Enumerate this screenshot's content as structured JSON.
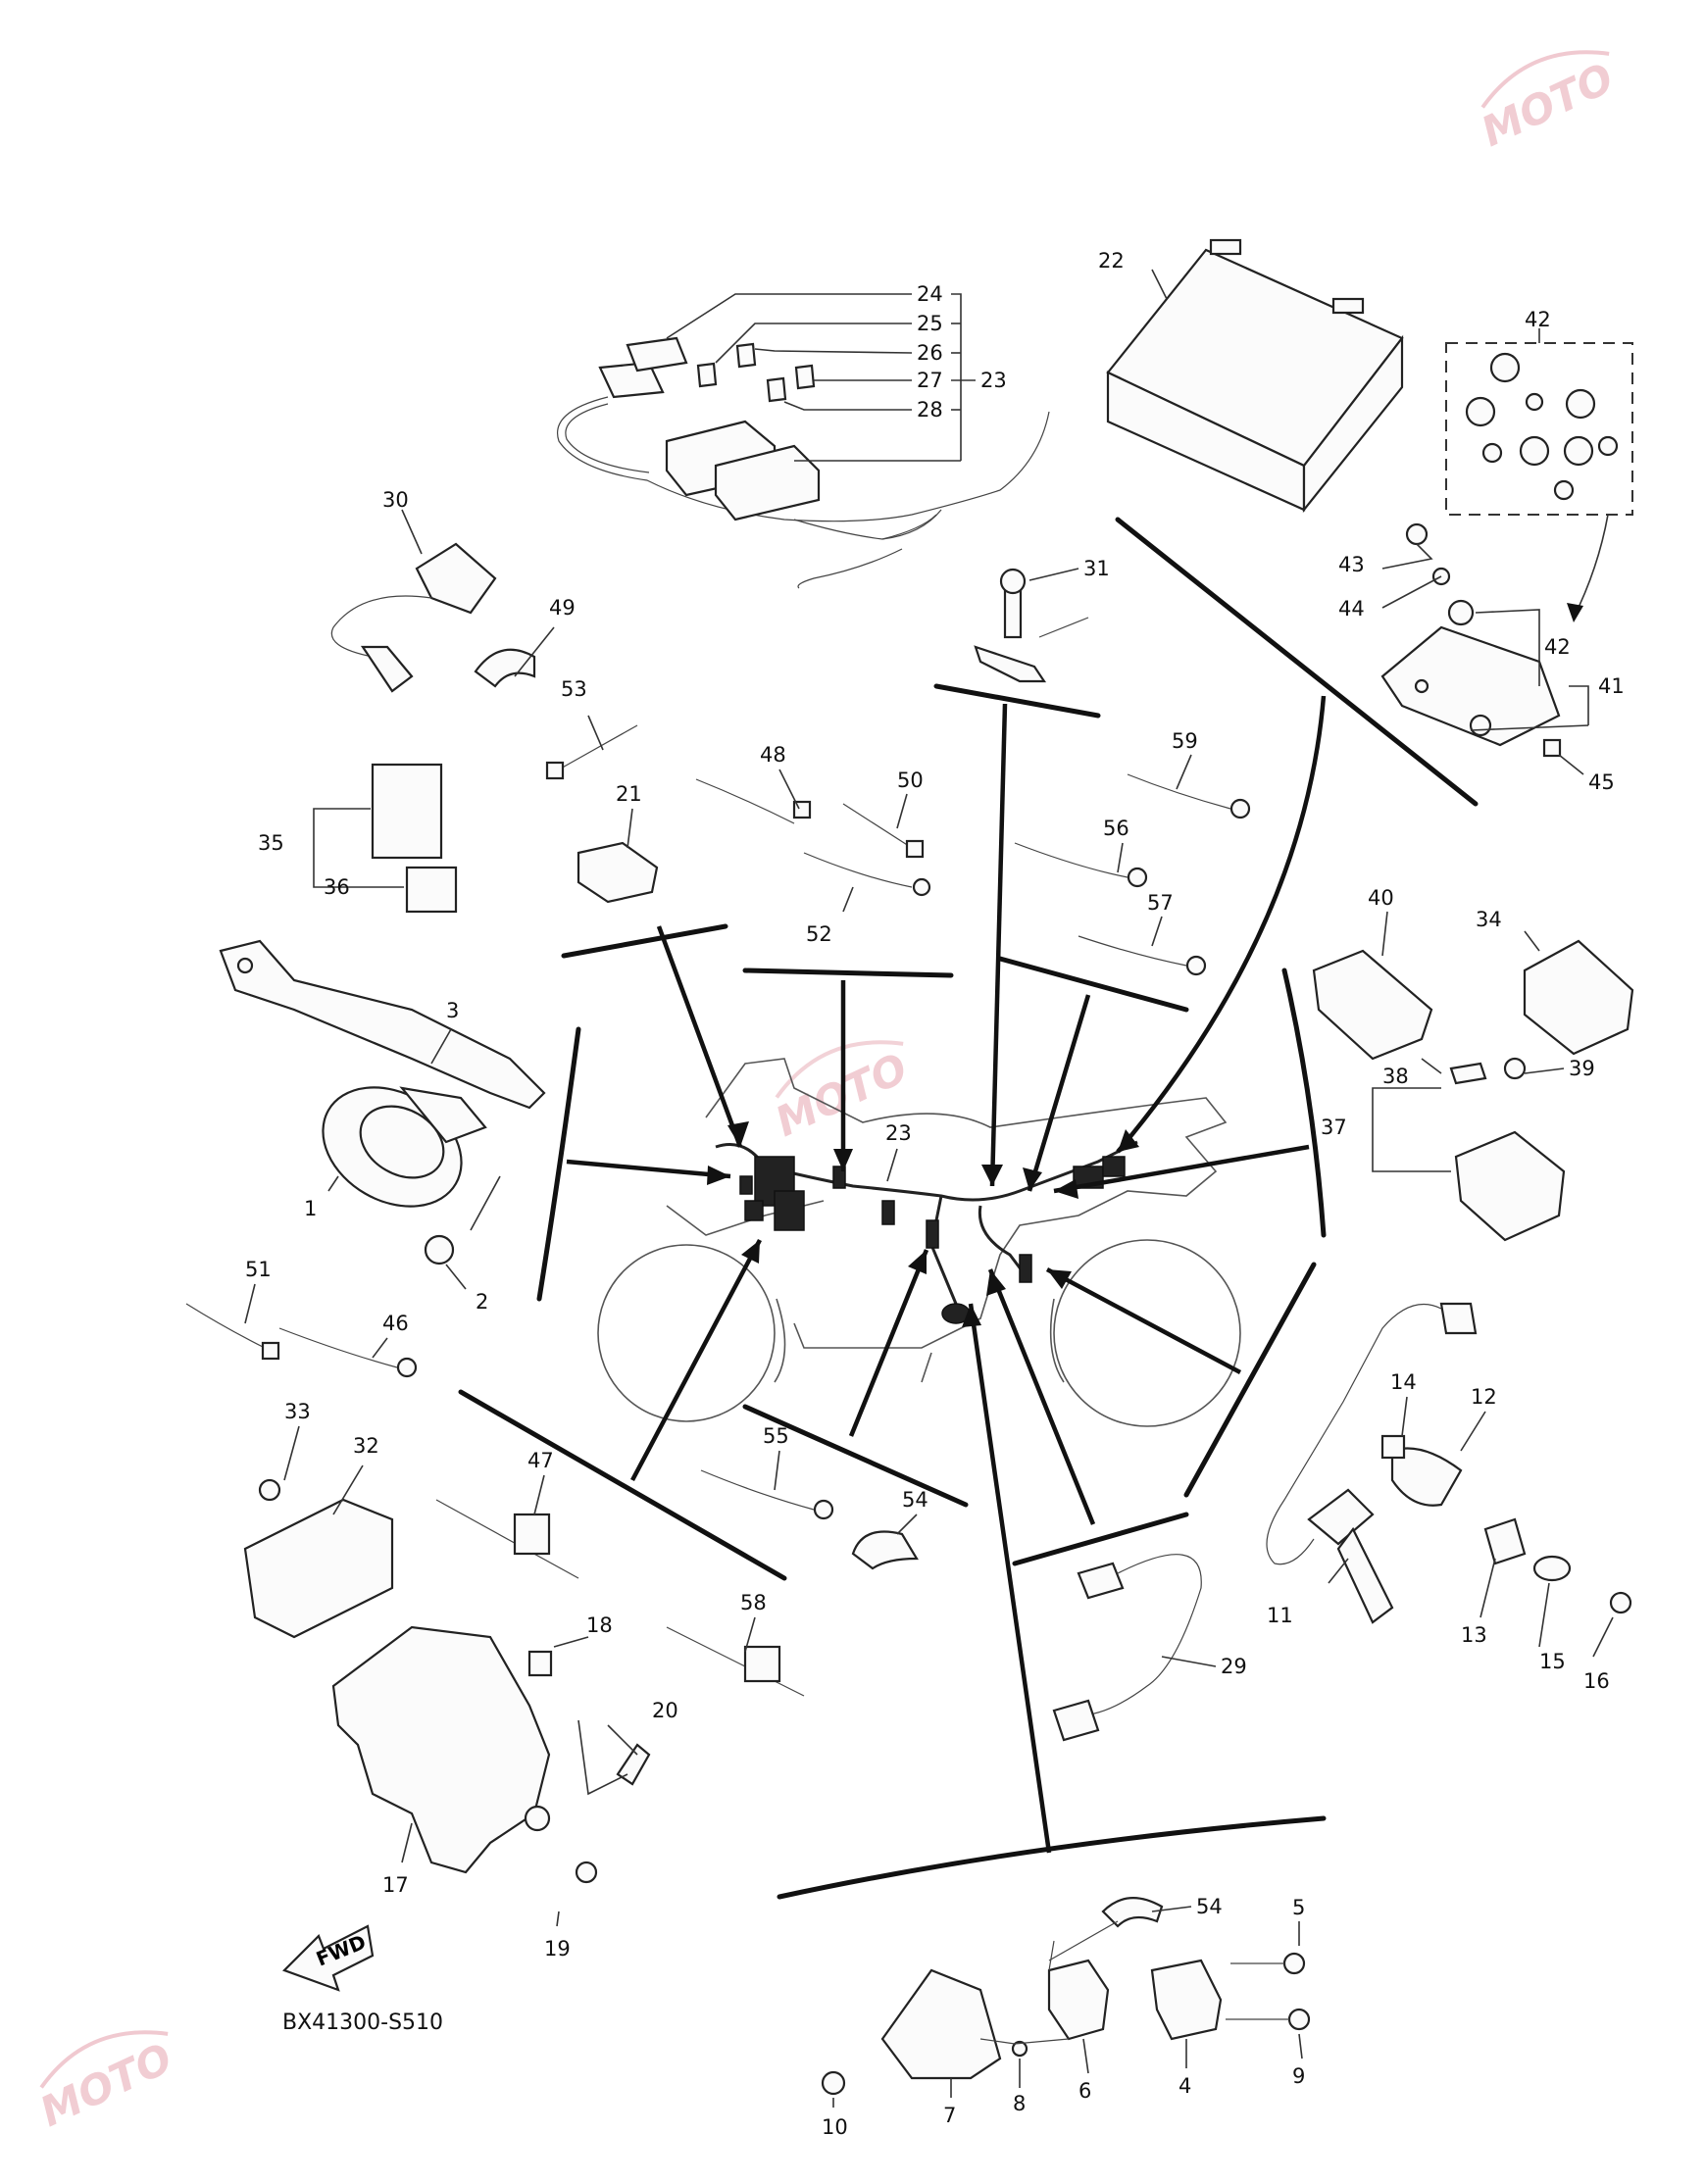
{
  "diagram": {
    "code": "BX41300-S510",
    "fwd_label": "FWD",
    "watermark": "MOTO"
  },
  "callouts": {
    "c1": "1",
    "c2": "2",
    "c3": "3",
    "c4": "4",
    "c5": "5",
    "c6": "6",
    "c7": "7",
    "c8": "8",
    "c9": "9",
    "c10": "10",
    "c11": "11",
    "c12": "12",
    "c13": "13",
    "c14": "14",
    "c15": "15",
    "c16": "16",
    "c17": "17",
    "c18": "18",
    "c19": "19",
    "c20": "20",
    "c21": "21",
    "c22": "22",
    "c23a": "23",
    "c23b": "23",
    "c24": "24",
    "c25": "25",
    "c26": "26",
    "c27": "27",
    "c28": "28",
    "c29": "29",
    "c30": "30",
    "c31": "31",
    "c32": "32",
    "c33": "33",
    "c34": "34",
    "c35": "35",
    "c36": "36",
    "c37": "37",
    "c38": "38",
    "c39": "39",
    "c40": "40",
    "c41": "41",
    "c42a": "42",
    "c42b": "42",
    "c43": "43",
    "c44": "44",
    "c45": "45",
    "c46": "46",
    "c47": "47",
    "c48": "48",
    "c49": "49",
    "c50": "50",
    "c51": "51",
    "c52": "52",
    "c53": "53",
    "c54a": "54",
    "c54b": "54",
    "c55": "55",
    "c56": "56",
    "c57": "57",
    "c58": "58",
    "c59": "59"
  }
}
